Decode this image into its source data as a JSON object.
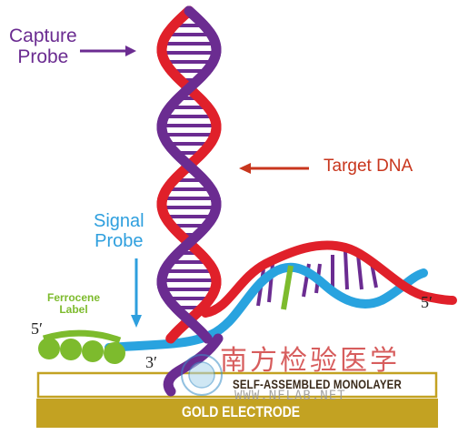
{
  "labels": {
    "capture_probe": "Capture\nProbe",
    "target_dna": "Target DNA",
    "signal_probe": "Signal\nProbe",
    "ferrocene_label": "Ferrocene\nLabel",
    "five_prime_left": "5′",
    "five_prime_right": "5′",
    "three_prime": "3′",
    "self_assembled_monolayer": "SELF-ASSEMBLED MONOLAYER",
    "gold_electrode": "GOLD ELECTRODE"
  },
  "watermark": {
    "chinese_text": "南方检验医学",
    "url": "WWW.NFLAB.NET"
  },
  "colors": {
    "capture_probe": "#6b2c91",
    "target_dna": "#e0202a",
    "signal_probe": "#29a3df",
    "ferrocene": "#7dbb2d",
    "gold_electrode": "#c3a222",
    "monolayer_border": "#c3a222",
    "capture_label": "#6b2c91",
    "target_label": "#c8361d",
    "signal_label": "#2e9fde",
    "ferrocene_label": "#7dbb2d"
  },
  "icons": [
    "right-arrow-icon",
    "left-arrow-icon",
    "down-arrow-icon",
    "watermark-seal-icon"
  ]
}
